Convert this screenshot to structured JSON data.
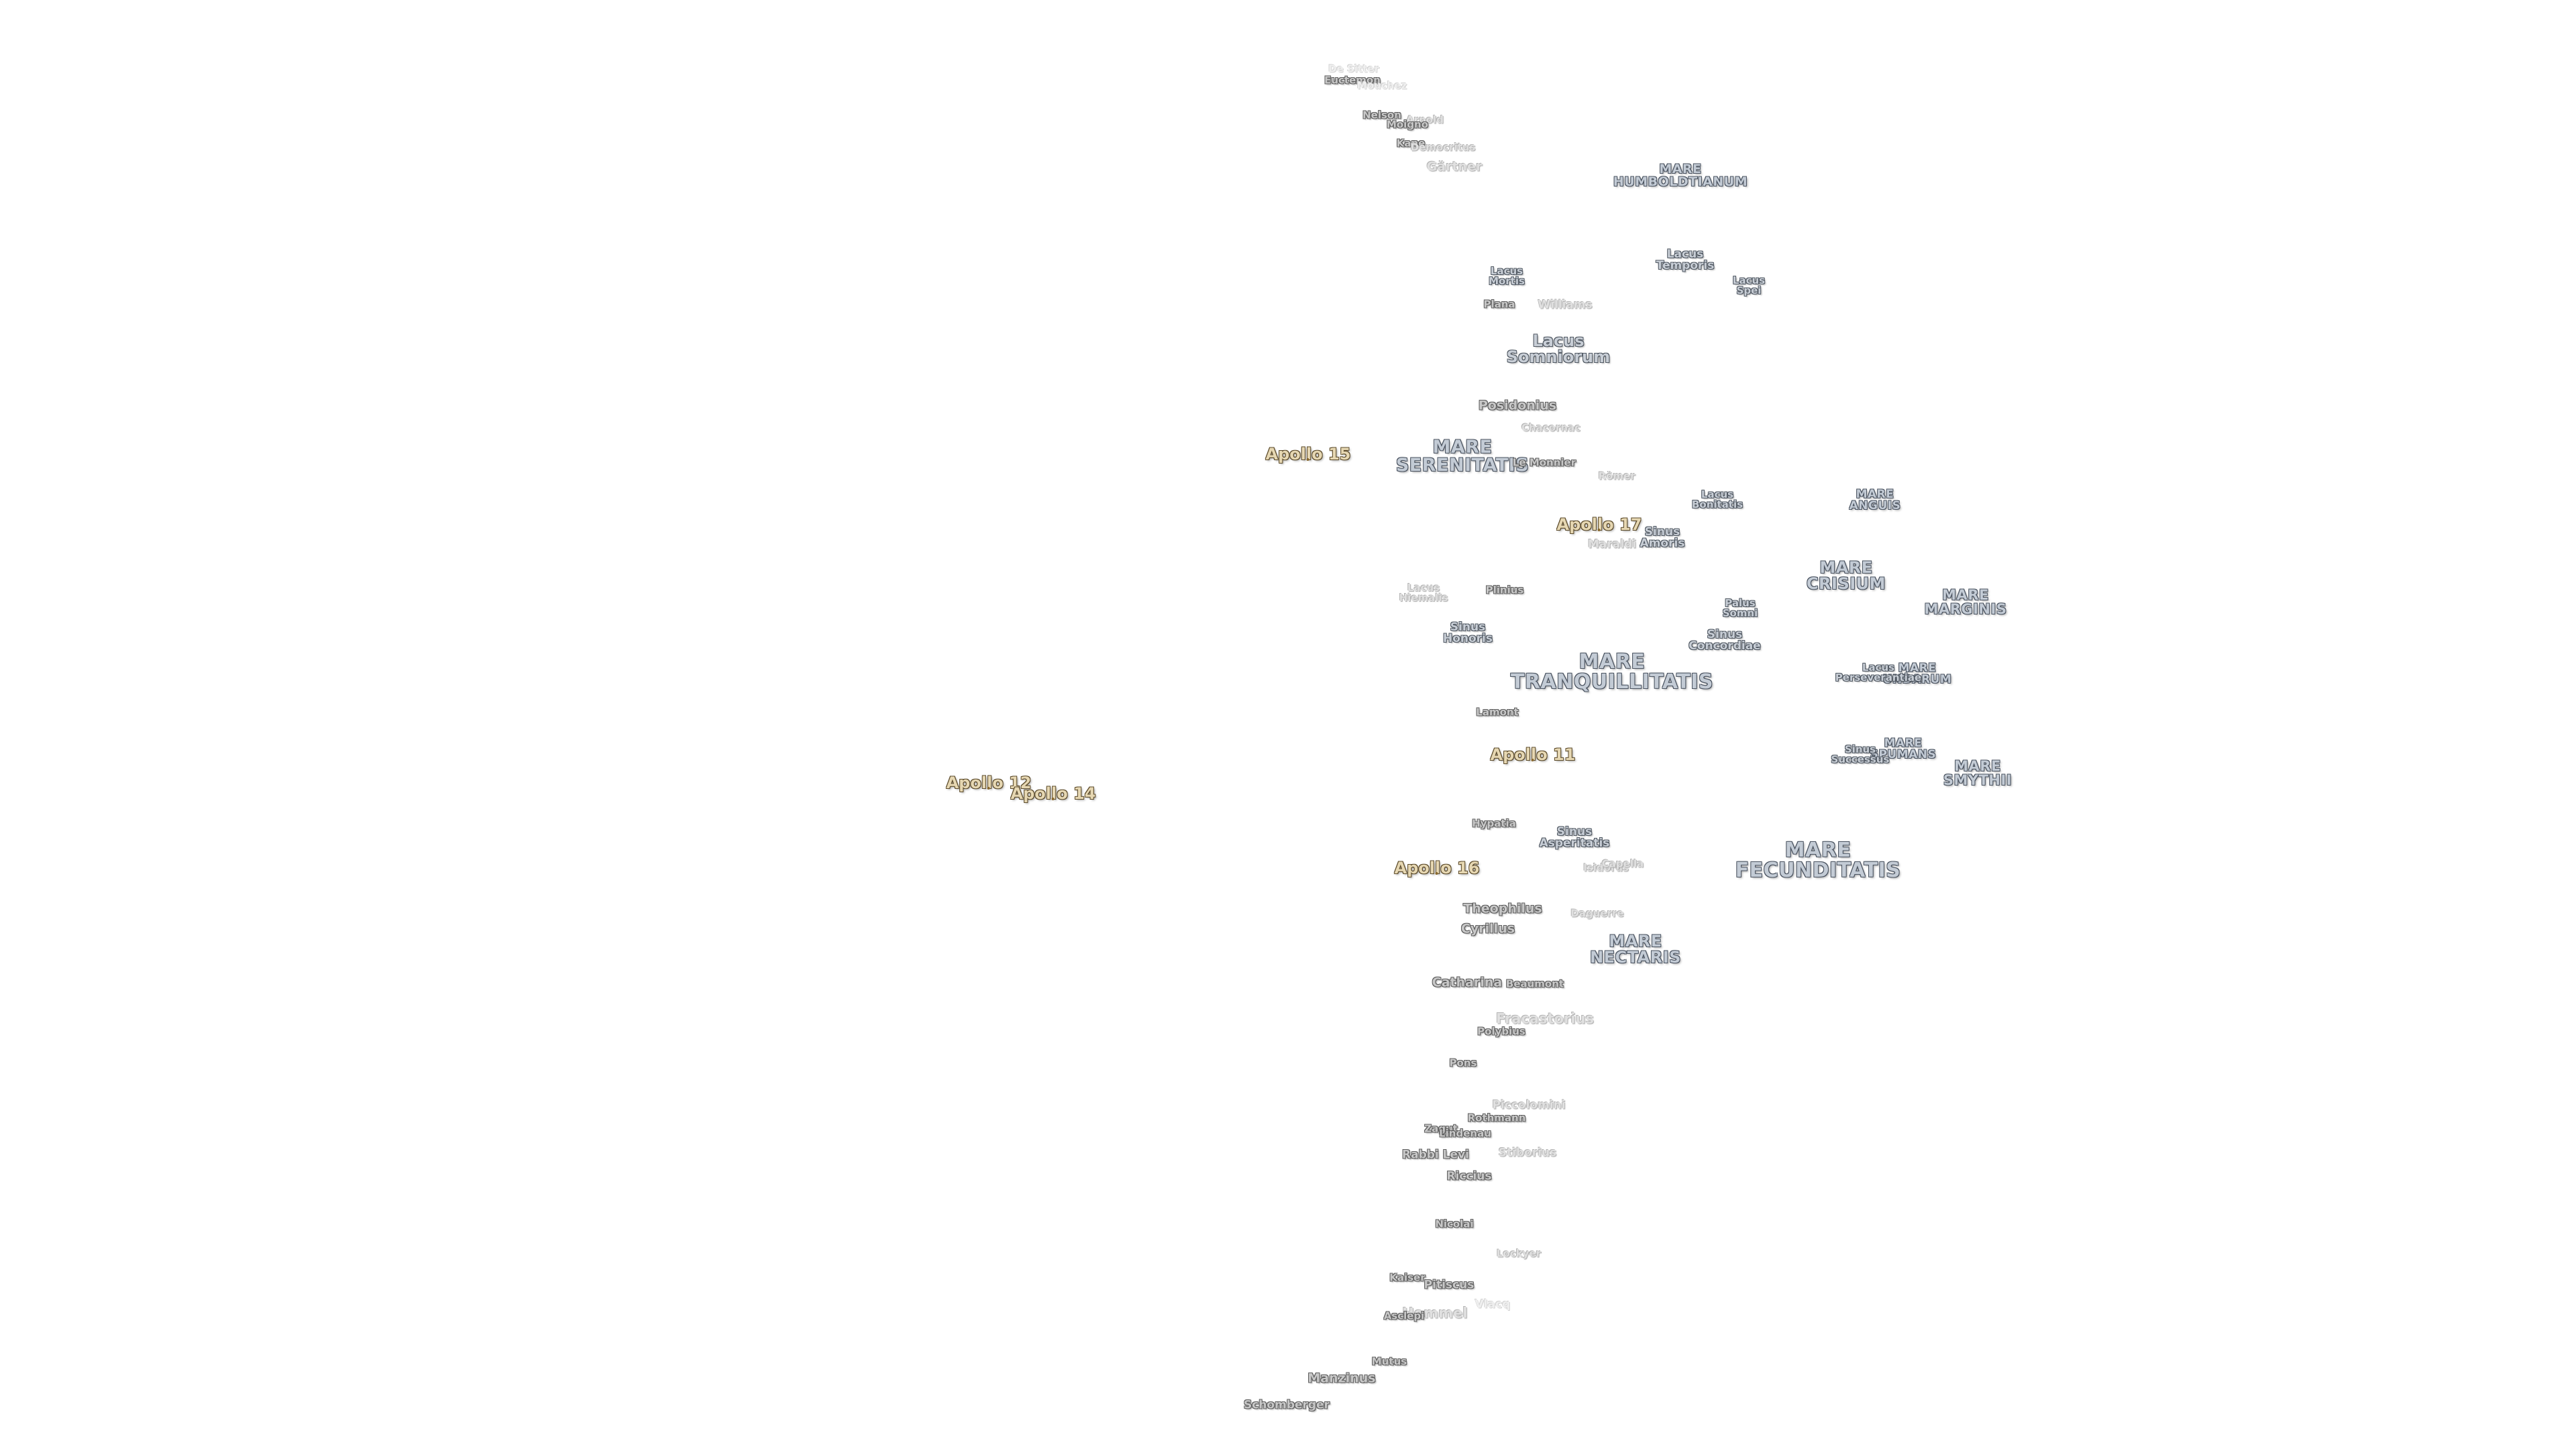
{
  "labels": {
    "maria": [
      {
        "text": "MARE\nHUMBOLDTIANUM"
      },
      {
        "text": "MARE\nSERENITATIS"
      },
      {
        "text": "MARE\nANGUIS"
      },
      {
        "text": "MARE\nCRISIUM"
      },
      {
        "text": "MARE\nMARGINIS"
      },
      {
        "text": "MARE\nTRANQUILLITATIS"
      },
      {
        "text": "MARE\nUNDARUM"
      },
      {
        "text": "MARE\nSPUMANS"
      },
      {
        "text": "MARE\nSMYTHII"
      },
      {
        "text": "MARE\nFECUNDITATIS"
      },
      {
        "text": "MARE\nNECTARIS"
      }
    ],
    "lakes_bays": [
      {
        "text": "Lacus\nTemporis"
      },
      {
        "text": "Lacus\nSpei"
      },
      {
        "text": "Lacus\nMortis"
      },
      {
        "text": "Lacus\nSomniorum"
      },
      {
        "text": "Lacus\nBonitatis"
      },
      {
        "text": "Sinus\nAmoris"
      },
      {
        "text": "Lacus\nHiemalis"
      },
      {
        "text": "Sinus\nHonoris"
      },
      {
        "text": "Palus\nSomni"
      },
      {
        "text": "Sinus\nConcordiae"
      },
      {
        "text": "Lacus\nPerseverantiae"
      },
      {
        "text": "Sinus\nSuccessus"
      },
      {
        "text": "Sinus\nAsperitatis"
      }
    ],
    "craters": [
      {
        "text": "De Sitter"
      },
      {
        "text": "Euctemon"
      },
      {
        "text": "Mouchez"
      },
      {
        "text": "Nelson"
      },
      {
        "text": "Arnold"
      },
      {
        "text": "Moigno"
      },
      {
        "text": "Kane"
      },
      {
        "text": "Democritus"
      },
      {
        "text": "Gärtner"
      },
      {
        "text": "Plana"
      },
      {
        "text": "Williams"
      },
      {
        "text": "Posidonius"
      },
      {
        "text": "Chacornac"
      },
      {
        "text": "Le Monnier"
      },
      {
        "text": "Römer"
      },
      {
        "text": "Maraldi"
      },
      {
        "text": "Plinius"
      },
      {
        "text": "Lamont"
      },
      {
        "text": "Hypatia"
      },
      {
        "text": "Isidorus"
      },
      {
        "text": "Capella"
      },
      {
        "text": "Theophilus"
      },
      {
        "text": "Daguerre"
      },
      {
        "text": "Cyrillus"
      },
      {
        "text": "Catharina"
      },
      {
        "text": "Beaumont"
      },
      {
        "text": "Fracastorius"
      },
      {
        "text": "Polybius"
      },
      {
        "text": "Pons"
      },
      {
        "text": "Piccolomini"
      },
      {
        "text": "Rothmann"
      },
      {
        "text": "Zagut"
      },
      {
        "text": "Lindenau"
      },
      {
        "text": "Rabbi Levi"
      },
      {
        "text": "Stiborius"
      },
      {
        "text": "Riccius"
      },
      {
        "text": "Nicolai"
      },
      {
        "text": "Lockyer"
      },
      {
        "text": "Kaiser"
      },
      {
        "text": "Pitiscus"
      },
      {
        "text": "Vlacq"
      },
      {
        "text": "Hommel"
      },
      {
        "text": "Asclepi"
      },
      {
        "text": "Mutus"
      },
      {
        "text": "Manzinus"
      },
      {
        "text": "Schomberger"
      }
    ],
    "apollo_sites": [
      {
        "text": "Apollo 15"
      },
      {
        "text": "Apollo 17"
      },
      {
        "text": "Apollo 11"
      },
      {
        "text": "Apollo 12"
      },
      {
        "text": "Apollo 14"
      },
      {
        "text": "Apollo 16"
      }
    ]
  },
  "colors": {
    "background": "#ffffff",
    "mare_text": "#c3cbd5",
    "crater_text": "#c8c8c8",
    "apollo_text": "#e6d7b2"
  }
}
